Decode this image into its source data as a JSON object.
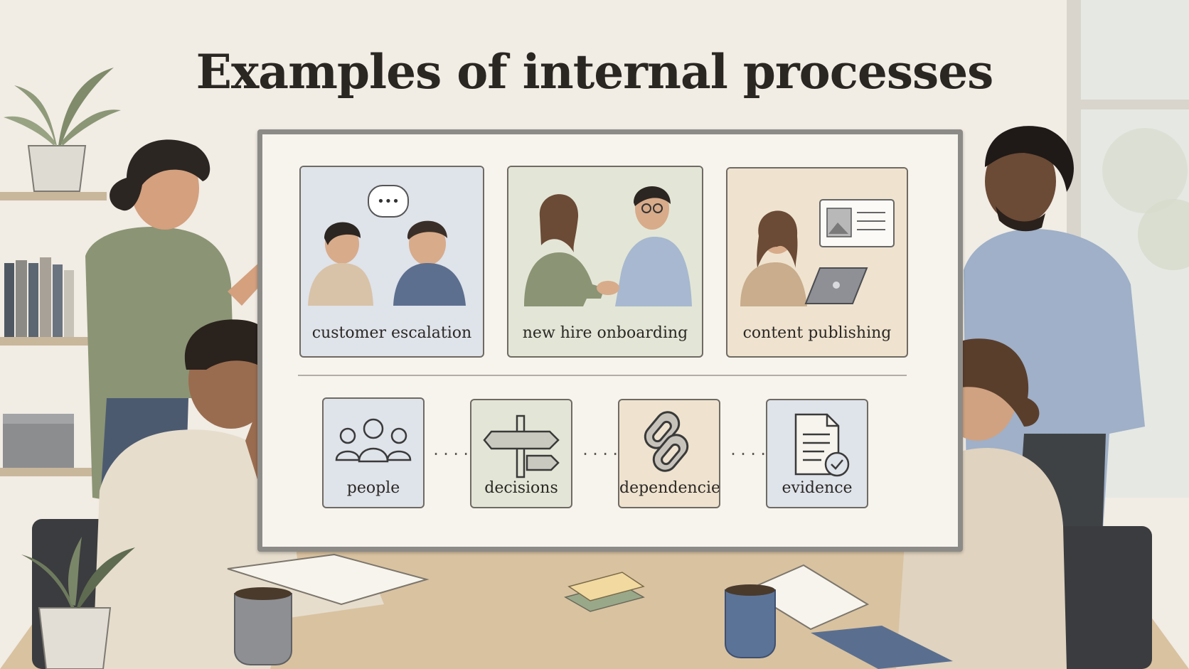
{
  "title": "Examples of internal processes",
  "process_examples": [
    {
      "label": "customer escalation",
      "icon": "support-conversation-illustration"
    },
    {
      "label": "new hire onboarding",
      "icon": "handshake-illustration"
    },
    {
      "label": "content publishing",
      "icon": "laptop-publishing-illustration"
    }
  ],
  "process_elements": [
    {
      "label": "people",
      "icon": "people-icon"
    },
    {
      "label": "decisions",
      "icon": "signpost-icon"
    },
    {
      "label": "dependencies",
      "icon": "chain-link-icon"
    },
    {
      "label": "evidence",
      "icon": "document-check-icon"
    }
  ],
  "colors": {
    "card_blue": "#dfe3ea",
    "card_green": "#e3e6d6",
    "card_tan": "#efe3cf",
    "board_frame": "#8d8b87",
    "wall": "#f1ece4"
  }
}
